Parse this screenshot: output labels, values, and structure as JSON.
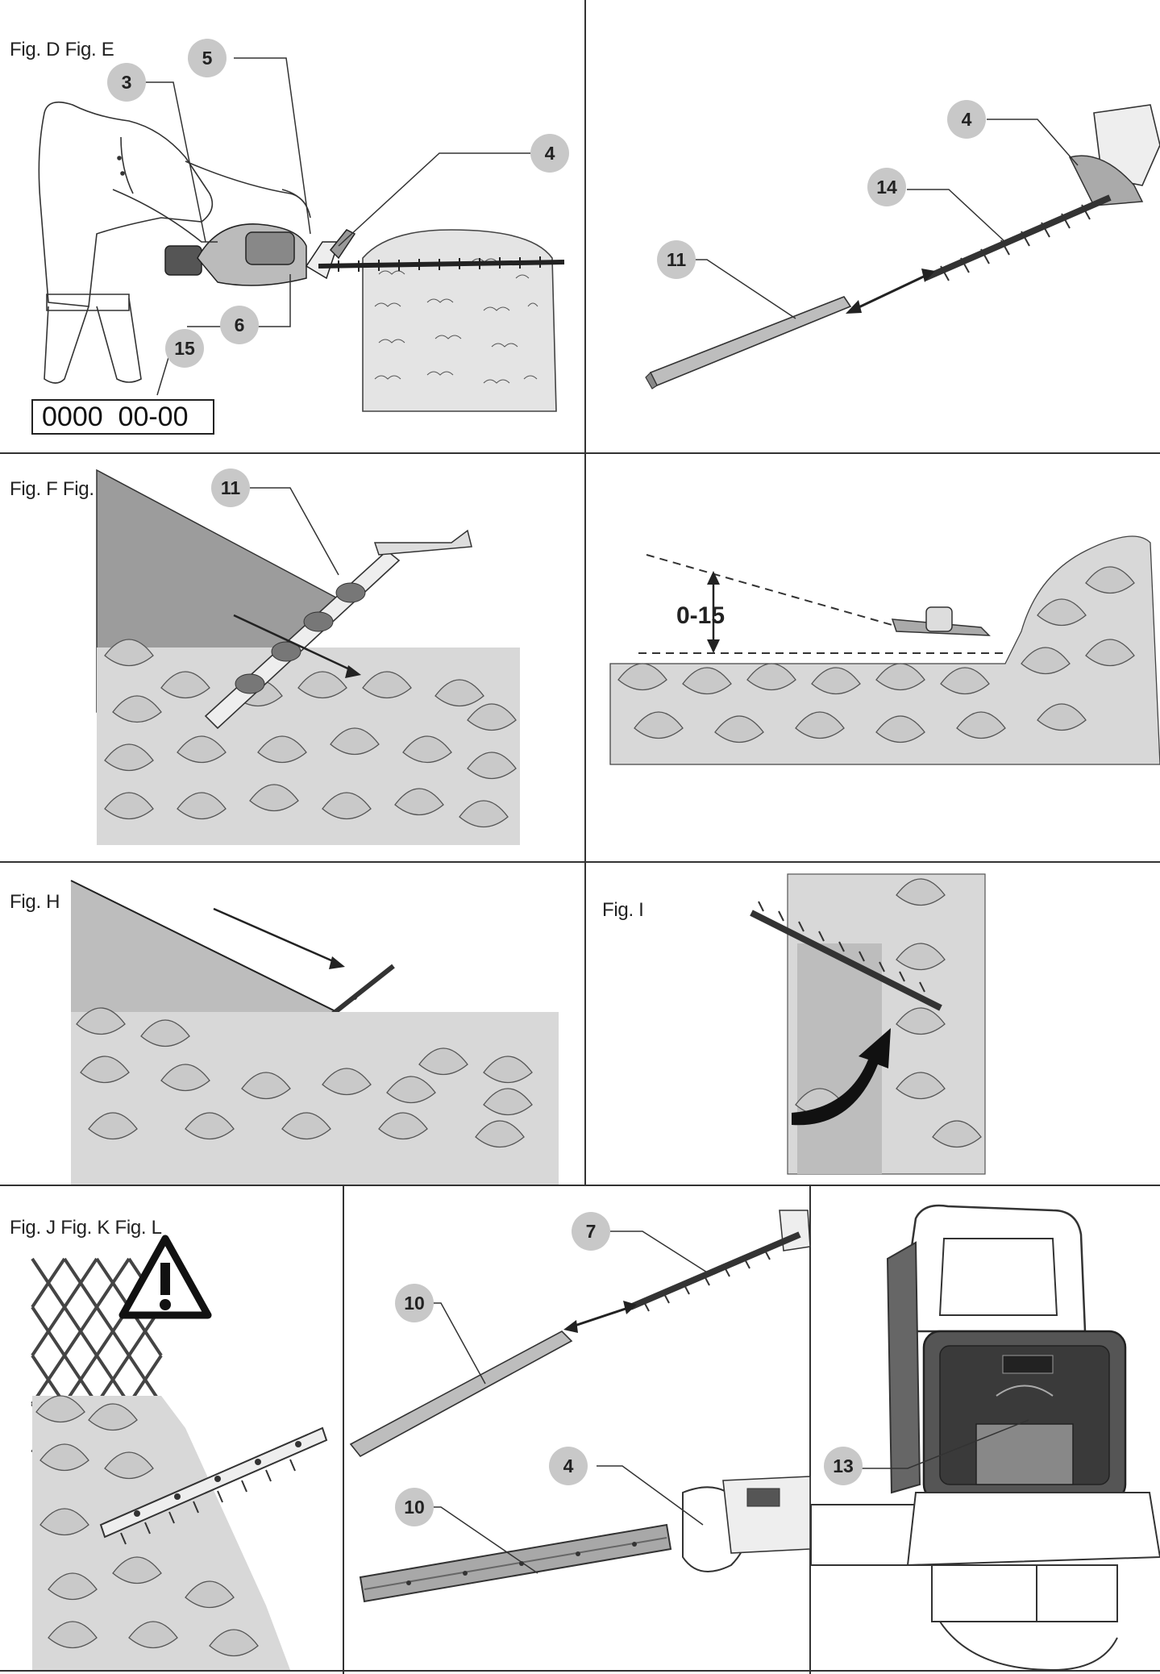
{
  "figure_labels": {
    "row1": "Fig. D Fig. E",
    "row2": "Fig. F Fig. G",
    "row3_left": "Fig. H",
    "row3_right": "Fig. I",
    "row4": "Fig. J Fig. K Fig. L"
  },
  "callouts": {
    "fig_d": [
      "5",
      "3",
      "4",
      "15",
      "6"
    ],
    "fig_e": [
      "4",
      "14",
      "11"
    ],
    "fig_f": [
      "11"
    ],
    "fig_k": [
      "7",
      "10",
      "4",
      "10"
    ],
    "fig_l": [
      "13"
    ]
  },
  "date_code": "0000  00-00",
  "angle_label": "0-15",
  "colors": {
    "line": "#333333",
    "callout_circle": "#c8c8c8",
    "hedge_fill": "#c9c9c9",
    "shade": "#bdbdbd",
    "dark_shade": "#9c9c9c"
  },
  "icons": [
    "warning-triangle-icon",
    "curved-arrow-icon"
  ]
}
